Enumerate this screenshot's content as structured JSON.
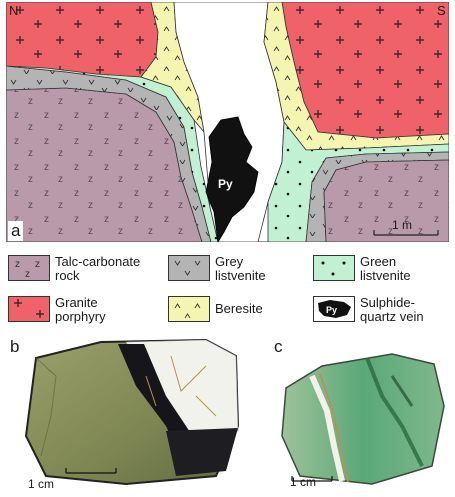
{
  "map": {
    "panel_letter": "a",
    "north": "N",
    "south": "S",
    "vein_label": "Py",
    "scale_label": "1 m"
  },
  "legend": [
    {
      "key": "talc",
      "label": "Talc-carbonate\nrock",
      "color": "#b99aaa",
      "symbol": "z"
    },
    {
      "key": "grey",
      "label": "Grey\nlistvenite",
      "color": "#b4b4b4",
      "symbol": "v"
    },
    {
      "key": "green",
      "label": "Green\nlistvenite",
      "color": "#c2f0d2",
      "symbol": "dot"
    },
    {
      "key": "granite",
      "label": "Granite\nporphyry",
      "color": "#f0626a",
      "symbol": "+"
    },
    {
      "key": "beresite",
      "label": "Beresite",
      "color": "#f5f5b2",
      "symbol": "^"
    },
    {
      "key": "sulphide",
      "label": "Sulphide-\nquartz vein",
      "color": "#111111",
      "symbol": "Py"
    }
  ],
  "photo_b": {
    "panel_letter": "b",
    "scale_label": "1 cm"
  },
  "photo_c": {
    "panel_letter": "c",
    "scale_label": "1 cm"
  }
}
